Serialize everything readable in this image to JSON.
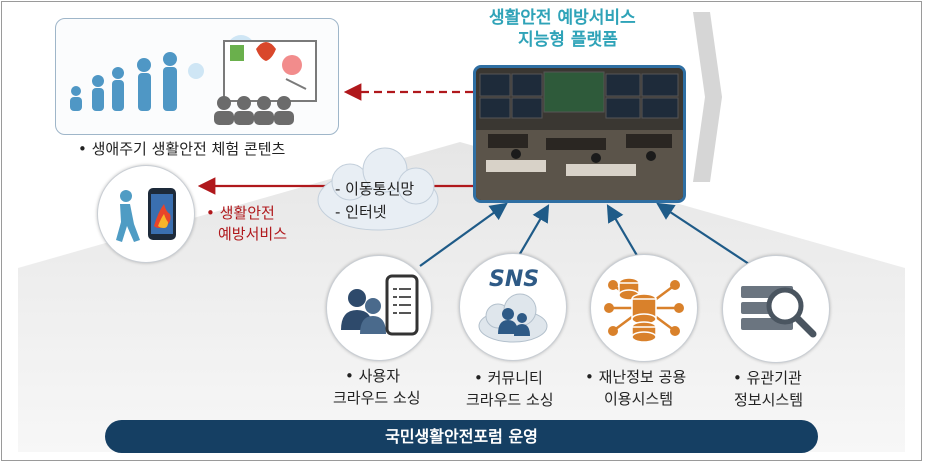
{
  "platform": {
    "title_line1": "생활안전 예방서비스",
    "title_line2": "지능형 플랫폼"
  },
  "top_left": {
    "caption": "생애주기 생활안전 체험 콘텐츠"
  },
  "left_service": {
    "label_line1": "생활안전",
    "label_line2": "예방서비스"
  },
  "network": {
    "item1": "- 이동통신망",
    "item2": "- 인터넷"
  },
  "sources": [
    {
      "line1": "사용자",
      "line2": "크라우드 소싱",
      "icon": "user-phone-icon"
    },
    {
      "line1": "커뮤니티",
      "line2": "크라우드 소싱",
      "icon": "sns-cloud-icon",
      "badge": "SNS"
    },
    {
      "line1": "재난정보 공용",
      "line2": "이용시스템",
      "icon": "database-network-icon"
    },
    {
      "line1": "유관기관",
      "line2": "정보시스템",
      "icon": "server-search-icon"
    }
  ],
  "footer": {
    "label": "국민생활안전포럼 운영"
  },
  "colors": {
    "teal_title": "#2fa3b8",
    "red": "#b0181c",
    "navy": "#153f63",
    "arrow_blue": "#1f5b88"
  }
}
